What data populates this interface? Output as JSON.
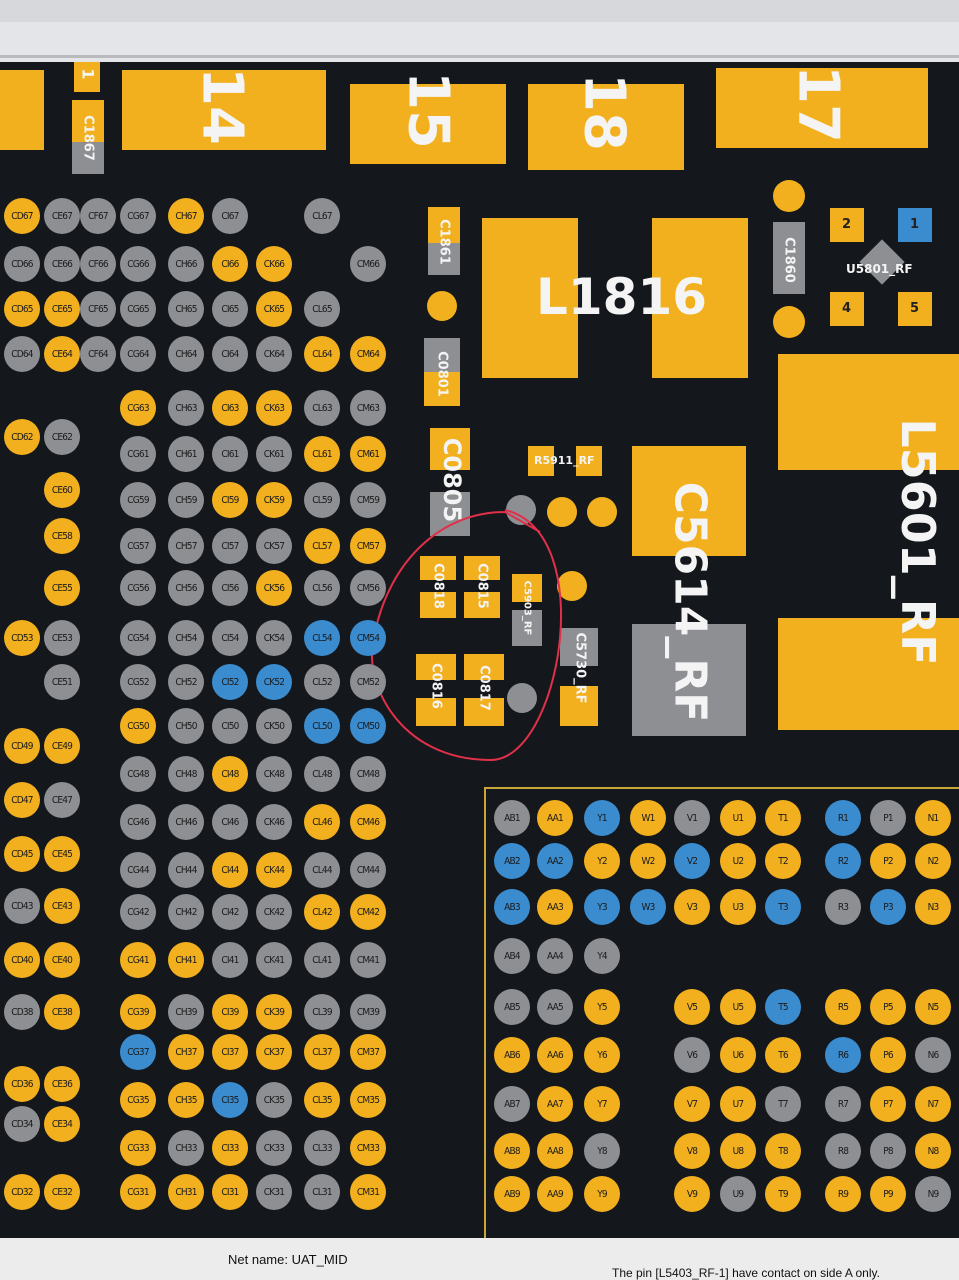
{
  "status": {
    "net_name": "Net name: UAT_MID",
    "pin_message": "The pin [L5403_RF-1] have contact on side A only."
  },
  "top_pads": [
    "1",
    "14",
    "15",
    "18",
    "17"
  ],
  "components": {
    "c1867": "C1867",
    "c1861": "C1861",
    "c0801": "C0801",
    "c0805": "C0805",
    "l1816": "L1816",
    "c1860": "C1860",
    "u5801": "U5801_RF",
    "u5801_pins": [
      "2",
      "1",
      "4",
      "5"
    ],
    "r5911": "R5911_RF",
    "c5614": "C5614_RF",
    "l5601": "L5601_RF",
    "c0818": "C0818",
    "c0815": "C0815",
    "c0816": "C0816",
    "c0817": "C0817",
    "c5903": "C5903_RF",
    "c5730": "C5730_RF"
  },
  "left_grid": {
    "rows": [
      [
        [
          "CE67",
          "g"
        ],
        [
          "CD67",
          "y"
        ],
        [
          "CF67",
          "g"
        ],
        [
          "CG67",
          "g"
        ],
        [
          "CH67",
          "y"
        ],
        [
          "CI67",
          "g"
        ],
        [
          "CL67",
          "g"
        ]
      ],
      [
        [
          "CE66",
          "g"
        ],
        [
          "CD66",
          "g"
        ],
        [
          "CF66",
          "g"
        ],
        [
          "CG66",
          "g"
        ],
        [
          "CH66",
          "g"
        ],
        [
          "CI66",
          "y"
        ],
        [
          "CK66",
          "y"
        ],
        [
          "CM66",
          "g"
        ]
      ],
      [
        [
          "CE65",
          "y"
        ],
        [
          "CD65",
          "y"
        ],
        [
          "CF65",
          "g"
        ],
        [
          "CG65",
          "g"
        ],
        [
          "CH65",
          "g"
        ],
        [
          "CI65",
          "g"
        ],
        [
          "CK65",
          "y"
        ],
        [
          "CL65",
          "g"
        ]
      ],
      [
        [
          "CE64",
          "y"
        ],
        [
          "CD64",
          "g"
        ],
        [
          "CF64",
          "g"
        ],
        [
          "CG64",
          "g"
        ],
        [
          "CH64",
          "g"
        ],
        [
          "CI64",
          "g"
        ],
        [
          "CK64",
          "g"
        ],
        [
          "CL64",
          "y"
        ],
        [
          "CM64",
          "y"
        ]
      ],
      [
        [
          "CG63",
          "y"
        ],
        [
          "CH63",
          "g"
        ],
        [
          "CI63",
          "y"
        ],
        [
          "CK63",
          "y"
        ],
        [
          "CL63",
          "g"
        ],
        [
          "CM63",
          "g"
        ]
      ],
      [
        [
          "CD62",
          "y"
        ],
        [
          "CE62",
          "g"
        ]
      ],
      [
        [
          "CG61",
          "g"
        ],
        [
          "CH61",
          "g"
        ],
        [
          "CI61",
          "g"
        ],
        [
          "CK61",
          "g"
        ],
        [
          "CL61",
          "y"
        ],
        [
          "CM61",
          "y"
        ]
      ],
      [
        [
          "CE60",
          "y"
        ]
      ],
      [
        [
          "CG59",
          "g"
        ],
        [
          "CH59",
          "g"
        ],
        [
          "CI59",
          "y"
        ],
        [
          "CK59",
          "y"
        ],
        [
          "CL59",
          "g"
        ],
        [
          "CM59",
          "g"
        ]
      ],
      [
        [
          "CE58",
          "y"
        ]
      ],
      [
        [
          "CG57",
          "g"
        ],
        [
          "CH57",
          "g"
        ],
        [
          "CI57",
          "g"
        ],
        [
          "CK57",
          "g"
        ],
        [
          "CL57",
          "y"
        ],
        [
          "CM57",
          "y"
        ]
      ],
      [
        [
          "CE55",
          "y"
        ],
        [
          "CG56",
          "g"
        ],
        [
          "CH56",
          "g"
        ],
        [
          "CI56",
          "g"
        ],
        [
          "CK56",
          "y"
        ],
        [
          "CL56",
          "g"
        ],
        [
          "CM56",
          "g"
        ]
      ],
      [
        [
          "CD53",
          "y"
        ],
        [
          "CE53",
          "g"
        ],
        [
          "CG54",
          "g"
        ],
        [
          "CH54",
          "g"
        ],
        [
          "CI54",
          "g"
        ],
        [
          "CK54",
          "g"
        ],
        [
          "CL54",
          "b"
        ],
        [
          "CM54",
          "b"
        ]
      ],
      [
        [
          "CE51",
          "g"
        ],
        [
          "CG52",
          "g"
        ],
        [
          "CH52",
          "g"
        ],
        [
          "CI52",
          "b"
        ],
        [
          "CK52",
          "b"
        ],
        [
          "CL52",
          "g"
        ],
        [
          "CM52",
          "g"
        ]
      ],
      [
        [
          "CG50",
          "y"
        ],
        [
          "CH50",
          "g"
        ],
        [
          "CI50",
          "g"
        ],
        [
          "CK50",
          "g"
        ],
        [
          "CL50",
          "b"
        ],
        [
          "CM50",
          "b"
        ]
      ],
      [
        [
          "CD49",
          "y"
        ],
        [
          "CE49",
          "y"
        ]
      ],
      [
        [
          "CG48",
          "g"
        ],
        [
          "CH48",
          "g"
        ],
        [
          "CI48",
          "y"
        ],
        [
          "CK48",
          "g"
        ],
        [
          "CL48",
          "g"
        ],
        [
          "CM48",
          "g"
        ]
      ],
      [
        [
          "CD47",
          "y"
        ],
        [
          "CE47",
          "g"
        ]
      ],
      [
        [
          "CG46",
          "g"
        ],
        [
          "CH46",
          "g"
        ],
        [
          "CI46",
          "g"
        ],
        [
          "CK46",
          "g"
        ],
        [
          "CL46",
          "y"
        ],
        [
          "CM46",
          "y"
        ]
      ],
      [
        [
          "CD45",
          "y"
        ],
        [
          "CE45",
          "y"
        ]
      ],
      [
        [
          "CG44",
          "g"
        ],
        [
          "CH44",
          "g"
        ],
        [
          "CI44",
          "y"
        ],
        [
          "CK44",
          "y"
        ],
        [
          "CL44",
          "g"
        ],
        [
          "CM44",
          "g"
        ]
      ],
      [
        [
          "CD43",
          "g"
        ],
        [
          "CE43",
          "y"
        ]
      ],
      [
        [
          "CG42",
          "g"
        ],
        [
          "CH42",
          "g"
        ],
        [
          "CI42",
          "g"
        ],
        [
          "CK42",
          "g"
        ],
        [
          "CL42",
          "y"
        ],
        [
          "CM42",
          "y"
        ]
      ],
      [
        [
          "CD40",
          "y"
        ],
        [
          "CE40",
          "y"
        ],
        [
          "CG41",
          "y"
        ],
        [
          "CH41",
          "y"
        ],
        [
          "CI41",
          "g"
        ],
        [
          "CK41",
          "g"
        ],
        [
          "CL41",
          "g"
        ],
        [
          "CM41",
          "g"
        ]
      ],
      [
        [
          "CD38",
          "g"
        ],
        [
          "CE38",
          "y"
        ],
        [
          "CG39",
          "y"
        ],
        [
          "CH39",
          "g"
        ],
        [
          "CI39",
          "y"
        ],
        [
          "CK39",
          "y"
        ],
        [
          "CL39",
          "g"
        ],
        [
          "CM39",
          "g"
        ]
      ],
      [
        [
          "CG37",
          "b"
        ],
        [
          "CH37",
          "y"
        ],
        [
          "CI37",
          "y"
        ],
        [
          "CK37",
          "y"
        ],
        [
          "CL37",
          "y"
        ],
        [
          "CM37",
          "y"
        ]
      ],
      [
        [
          "CD36",
          "y"
        ],
        [
          "CE36",
          "y"
        ]
      ],
      [
        [
          "CG35",
          "y"
        ],
        [
          "CH35",
          "y"
        ],
        [
          "CI35",
          "b"
        ],
        [
          "CK35",
          "g"
        ],
        [
          "CL35",
          "y"
        ],
        [
          "CM35",
          "y"
        ]
      ],
      [
        [
          "CD34",
          "g"
        ],
        [
          "CE34",
          "y"
        ]
      ],
      [
        [
          "CG33",
          "y"
        ],
        [
          "CH33",
          "g"
        ],
        [
          "CI33",
          "y"
        ],
        [
          "CK33",
          "g"
        ],
        [
          "CL33",
          "g"
        ],
        [
          "CM33",
          "y"
        ]
      ],
      [
        [
          "CD32",
          "y"
        ],
        [
          "CE32",
          "y"
        ]
      ],
      [
        [
          "CG31",
          "y"
        ],
        [
          "CH31",
          "y"
        ],
        [
          "CI31",
          "y"
        ],
        [
          "CK31",
          "g"
        ],
        [
          "CL31",
          "g"
        ],
        [
          "CM31",
          "y"
        ]
      ]
    ]
  },
  "right_grid": {
    "rows": [
      [
        [
          "AB1",
          "g"
        ],
        [
          "AA1",
          "y"
        ],
        [
          "Y1",
          "b"
        ],
        [
          "W1",
          "y"
        ],
        [
          "V1",
          "g"
        ],
        [
          "U1",
          "y"
        ],
        [
          "T1",
          "y"
        ],
        [
          "R1",
          "b"
        ],
        [
          "P1",
          "g"
        ],
        [
          "N1",
          "y"
        ]
      ],
      [
        [
          "AB2",
          "b"
        ],
        [
          "AA2",
          "b"
        ],
        [
          "Y2",
          "y"
        ],
        [
          "W2",
          "y"
        ],
        [
          "V2",
          "b"
        ],
        [
          "U2",
          "y"
        ],
        [
          "T2",
          "y"
        ],
        [
          "R2",
          "b"
        ],
        [
          "P2",
          "y"
        ],
        [
          "N2",
          "y"
        ]
      ],
      [
        [
          "AB3",
          "b"
        ],
        [
          "AA3",
          "y"
        ],
        [
          "Y3",
          "b"
        ],
        [
          "W3",
          "b"
        ],
        [
          "V3",
          "y"
        ],
        [
          "U3",
          "y"
        ],
        [
          "T3",
          "b"
        ],
        [
          "R3",
          "g"
        ],
        [
          "P3",
          "b"
        ],
        [
          "N3",
          "y"
        ]
      ],
      [
        [
          "AB4",
          "g"
        ],
        [
          "AA4",
          "g"
        ],
        [
          "Y4",
          "g"
        ]
      ],
      [
        [
          "AB5",
          "g"
        ],
        [
          "AA5",
          "g"
        ],
        [
          "Y5",
          "y"
        ],
        [
          "V5",
          "y"
        ],
        [
          "U5",
          "y"
        ],
        [
          "T5",
          "b"
        ],
        [
          "R5",
          "y"
        ],
        [
          "P5",
          "y"
        ],
        [
          "N5",
          "y"
        ]
      ],
      [
        [
          "AB6",
          "y"
        ],
        [
          "AA6",
          "y"
        ],
        [
          "Y6",
          "y"
        ],
        [
          "V6",
          "g"
        ],
        [
          "U6",
          "y"
        ],
        [
          "T6",
          "y"
        ],
        [
          "R6",
          "b"
        ],
        [
          "P6",
          "y"
        ],
        [
          "N6",
          "g"
        ]
      ],
      [
        [
          "AB7",
          "g"
        ],
        [
          "AA7",
          "y"
        ],
        [
          "Y7",
          "y"
        ],
        [
          "V7",
          "y"
        ],
        [
          "U7",
          "y"
        ],
        [
          "T7",
          "g"
        ],
        [
          "R7",
          "g"
        ],
        [
          "P7",
          "y"
        ],
        [
          "N7",
          "y"
        ]
      ],
      [
        [
          "AB8",
          "y"
        ],
        [
          "AA8",
          "y"
        ],
        [
          "Y8",
          "g"
        ],
        [
          "V8",
          "y"
        ],
        [
          "U8",
          "y"
        ],
        [
          "T8",
          "y"
        ],
        [
          "R8",
          "g"
        ],
        [
          "P8",
          "g"
        ],
        [
          "N8",
          "y"
        ]
      ],
      [
        [
          "AB9",
          "y"
        ],
        [
          "AA9",
          "y"
        ],
        [
          "Y9",
          "y"
        ],
        [
          "V9",
          "y"
        ],
        [
          "U9",
          "g"
        ],
        [
          "T9",
          "y"
        ],
        [
          "R9",
          "y"
        ],
        [
          "P9",
          "y"
        ],
        [
          "N9",
          "g"
        ]
      ]
    ]
  }
}
